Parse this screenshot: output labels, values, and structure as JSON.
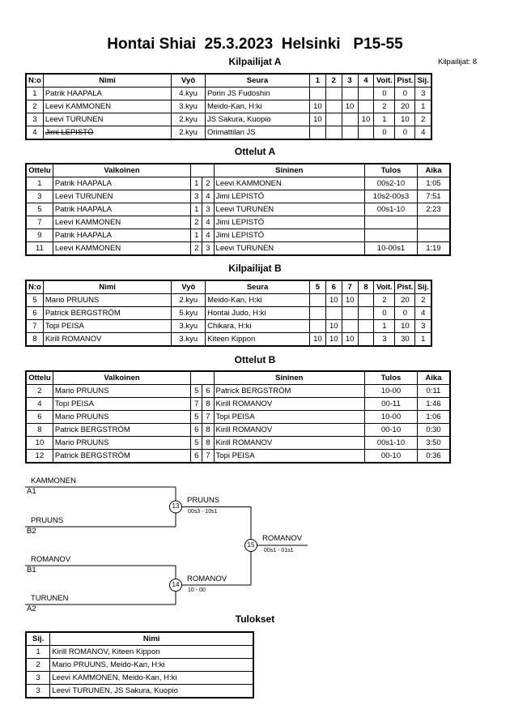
{
  "title": "Hontai Shiai  25.3.2023  Helsinki   P15-55",
  "competitors_count": "Kilpailijat: 8",
  "pool_a": {
    "heading": "Kilpailijat A",
    "headers": [
      "N:o",
      "Nimi",
      "Vyö",
      "Seura",
      "1",
      "2",
      "3",
      "4",
      "Voit.",
      "Pist.",
      "Sij."
    ],
    "rows": [
      {
        "no": "1",
        "name": "Patrik HAAPALA",
        "belt": "4.kyu",
        "club": "Porin JS Fudoshin",
        "r1": "",
        "r2": "",
        "r3": "",
        "r4": "",
        "wins": "0",
        "points": "0",
        "place": "3",
        "struck": false
      },
      {
        "no": "2",
        "name": "Leevi KAMMONEN",
        "belt": "3.kyu",
        "club": "Meido-Kan, H:ki",
        "r1": "10",
        "r2": "",
        "r3": "10",
        "r4": "",
        "wins": "2",
        "points": "20",
        "place": "1",
        "struck": false
      },
      {
        "no": "3",
        "name": "Leevi TURUNEN",
        "belt": "2.kyu",
        "club": "JS Sakura, Kuopio",
        "r1": "10",
        "r2": "",
        "r3": "",
        "r4": "10",
        "wins": "1",
        "points": "10",
        "place": "2",
        "struck": false
      },
      {
        "no": "4",
        "name": "Jimi LEPISTÖ",
        "belt": "2.kyu",
        "club": "Orimattilan JS",
        "r1": "",
        "r2": "",
        "r3": "",
        "r4": "",
        "wins": "0",
        "points": "0",
        "place": "4",
        "struck": true
      }
    ]
  },
  "matches_a": {
    "heading": "Ottelut A",
    "headers": [
      "Ottelu",
      "Valkoinen",
      "Sininen",
      "Tulos",
      "Aika"
    ],
    "rows": [
      {
        "match": "1",
        "white": "Patrik HAAPALA",
        "wno": "1",
        "bno": "2",
        "blue": "Leevi KAMMONEN",
        "result": "00s2-10",
        "time": "1:05"
      },
      {
        "match": "3",
        "white": "Leevi TURUNEN",
        "wno": "3",
        "bno": "4",
        "blue": "Jimi LEPISTÖ",
        "result": "10s2-00s3",
        "time": "7:51"
      },
      {
        "match": "5",
        "white": "Patrik HAAPALA",
        "wno": "1",
        "bno": "3",
        "blue": "Leevi TURUNEN",
        "result": "00s1-10",
        "time": "2:23"
      },
      {
        "match": "7",
        "white": "Leevi KAMMONEN",
        "wno": "2",
        "bno": "4",
        "blue": "Jimi LEPISTÖ",
        "result": "",
        "time": ""
      },
      {
        "match": "9",
        "white": "Patrik HAAPALA",
        "wno": "1",
        "bno": "4",
        "blue": "Jimi LEPISTÖ",
        "result": "",
        "time": ""
      },
      {
        "match": "11",
        "white": "Leevi KAMMONEN",
        "wno": "2",
        "bno": "3",
        "blue": "Leevi TURUNEN",
        "result": "10-00s1",
        "time": "1:19"
      }
    ]
  },
  "pool_b": {
    "heading": "Kilpailijat B",
    "headers": [
      "N:o",
      "Nimi",
      "Vyö",
      "Seura",
      "5",
      "6",
      "7",
      "8",
      "Voit.",
      "Pist.",
      "Sij."
    ],
    "rows": [
      {
        "no": "5",
        "name": "Mario PRUUNS",
        "belt": "2.kyu",
        "club": "Meido-Kan, H:ki",
        "r1": "",
        "r2": "10",
        "r3": "10",
        "r4": "",
        "wins": "2",
        "points": "20",
        "place": "2",
        "struck": false
      },
      {
        "no": "6",
        "name": "Patrick BERGSTRÖM",
        "belt": "5.kyu",
        "club": "Hontai Judo, H:ki",
        "r1": "",
        "r2": "",
        "r3": "",
        "r4": "",
        "wins": "0",
        "points": "0",
        "place": "4",
        "struck": false
      },
      {
        "no": "7",
        "name": "Topi PEISA",
        "belt": "3.kyu",
        "club": "Chikara, H:ki",
        "r1": "",
        "r2": "10",
        "r3": "",
        "r4": "",
        "wins": "1",
        "points": "10",
        "place": "3",
        "struck": false
      },
      {
        "no": "8",
        "name": "Kirill ROMANOV",
        "belt": "3.kyu",
        "club": "Kiteen Kippon",
        "r1": "10",
        "r2": "10",
        "r3": "10",
        "r4": "",
        "wins": "3",
        "points": "30",
        "place": "1",
        "struck": false
      }
    ]
  },
  "matches_b": {
    "heading": "Ottelut B",
    "headers": [
      "Ottelu",
      "Valkoinen",
      "Sininen",
      "Tulos",
      "Aika"
    ],
    "rows": [
      {
        "match": "2",
        "white": "Mario PRUUNS",
        "wno": "5",
        "bno": "6",
        "blue": "Patrick BERGSTRÖM",
        "result": "10-00",
        "time": "0:11"
      },
      {
        "match": "4",
        "white": "Topi PEISA",
        "wno": "7",
        "bno": "8",
        "blue": "Kirill ROMANOV",
        "result": "00-11",
        "time": "1:46"
      },
      {
        "match": "6",
        "white": "Mario PRUUNS",
        "wno": "5",
        "bno": "7",
        "blue": "Topi PEISA",
        "result": "10-00",
        "time": "1:06"
      },
      {
        "match": "8",
        "white": "Patrick BERGSTRÖM",
        "wno": "6",
        "bno": "8",
        "blue": "Kirill ROMANOV",
        "result": "00-10",
        "time": "0:30"
      },
      {
        "match": "10",
        "white": "Mario PRUUNS",
        "wno": "5",
        "bno": "8",
        "blue": "Kirill ROMANOV",
        "result": "00s1-10",
        "time": "3:50"
      },
      {
        "match": "12",
        "white": "Patrick BERGSTRÖM",
        "wno": "6",
        "bno": "7",
        "blue": "Topi PEISA",
        "result": "00-10",
        "time": "0:36"
      }
    ]
  },
  "bracket": {
    "sf1_top_name": "KAMMONEN",
    "sf1_top_seed": "A1",
    "sf1_bottom_name": "PRUUNS",
    "sf1_bottom_seed": "B2",
    "sf1_match": "13",
    "sf1_winner": "PRUUNS",
    "sf1_score": "00s3 - 10s1",
    "sf2_top_name": "ROMANOV",
    "sf2_top_seed": "B1",
    "sf2_bottom_name": "TURUNEN",
    "sf2_bottom_seed": "A2",
    "sf2_match": "14",
    "sf2_winner": "ROMANOV",
    "sf2_score": "10 - 00",
    "final_match": "15",
    "final_winner": "ROMANOV",
    "final_score": "00s1 - 01s1"
  },
  "results": {
    "heading": "Tulokset",
    "headers": [
      "Sij.",
      "Nimi"
    ],
    "rows": [
      {
        "place": "1",
        "name": "Kirill ROMANOV, Kiteen Kippon"
      },
      {
        "place": "2",
        "name": "Mario PRUUNS, Meido-Kan, H:ki"
      },
      {
        "place": "3",
        "name": "Leevi KAMMONEN, Meido-Kan, H:ki"
      },
      {
        "place": "3",
        "name": "Leevi TURUNEN, JS Sakura, Kuopio"
      }
    ]
  }
}
